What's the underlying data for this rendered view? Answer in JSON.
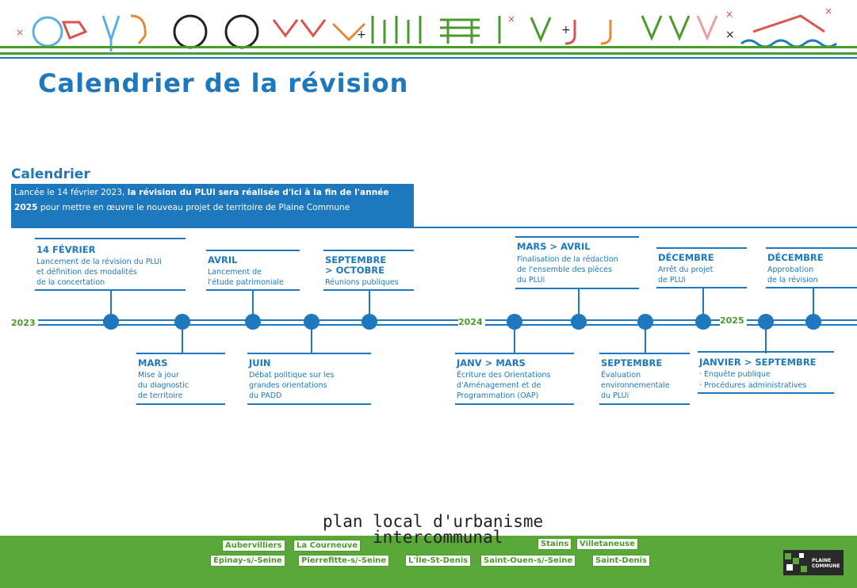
{
  "title": "Calendrier de la révision",
  "section_heading": "Calendrier",
  "intro": {
    "prefix": "Lancée le 14 février 2023, ",
    "bold1": "la révision du PLUi sera réalisée d'ici à la fin de l'année 2025",
    "suffix": " pour mettre en œuvre le nouveau projet de territoire de Plaine Commune"
  },
  "years": [
    "2023",
    "2024",
    "2025"
  ],
  "events_top": [
    {
      "title": "14 FÉVRIER",
      "lines": [
        "Lancement de la révision du PLUi",
        "et définition des modalités",
        "de la concertation"
      ]
    },
    {
      "title": "AVRIL",
      "lines": [
        "Lancement de",
        "l'étude patrimoniale"
      ]
    },
    {
      "title": "SEPTEMBRE",
      "title2": "> OCTOBRE",
      "lines": [
        "Réunions publiques"
      ]
    },
    {
      "title": "MARS > AVRIL",
      "lines": [
        "Finalisation de la rédaction",
        "de l'ensemble des pièces",
        "du PLUi"
      ]
    },
    {
      "title": "DÉCEMBRE",
      "lines": [
        "Arrêt du projet",
        "de PLUi"
      ]
    },
    {
      "title": "DÉCEMBRE",
      "lines": [
        "Approbation",
        "de la révision"
      ]
    }
  ],
  "events_bottom": [
    {
      "title": "MARS",
      "lines": [
        "Mise à jour",
        "du diagnostic",
        "de territoire"
      ]
    },
    {
      "title": "JUIN",
      "lines": [
        "Débat politique sur les",
        "grandes orientations",
        "du PADD"
      ]
    },
    {
      "title": "JANV > MARS",
      "lines": [
        "Écriture des Orientations",
        "d'Aménagement et de",
        "Programmation (OAP)"
      ]
    },
    {
      "title": "SEPTEMBRE",
      "lines": [
        "Évaluation",
        "environnementale",
        "du PLUi"
      ]
    },
    {
      "title": "JANVIER > SEPTEMBRE",
      "lines": [
        "· Enquête publique",
        "· Procédures administratives"
      ]
    }
  ],
  "footer": {
    "line1": "plan local d'urbanisme",
    "line2": "intercommunal",
    "cities_row1": [
      "Aubervilliers",
      "La Courneuve",
      "Stains",
      "Villetaneuse"
    ],
    "cities_row2": [
      "Épinay-s/-Seine",
      "Pierrefitte-s/-Seine",
      "L'Île-St-Denis",
      "Saint-Ouen-s/-Seine",
      "Saint-Denis"
    ],
    "logo_text": "PLAINE COMMUNE"
  },
  "colors": {
    "primary_blue": "#1e78bd",
    "green": "#5aa83a",
    "accent_red": "#d9534f"
  },
  "icons": [
    "decorative-pictogram-band",
    "timeline-dot-icon",
    "plaine-commune-logo"
  ]
}
